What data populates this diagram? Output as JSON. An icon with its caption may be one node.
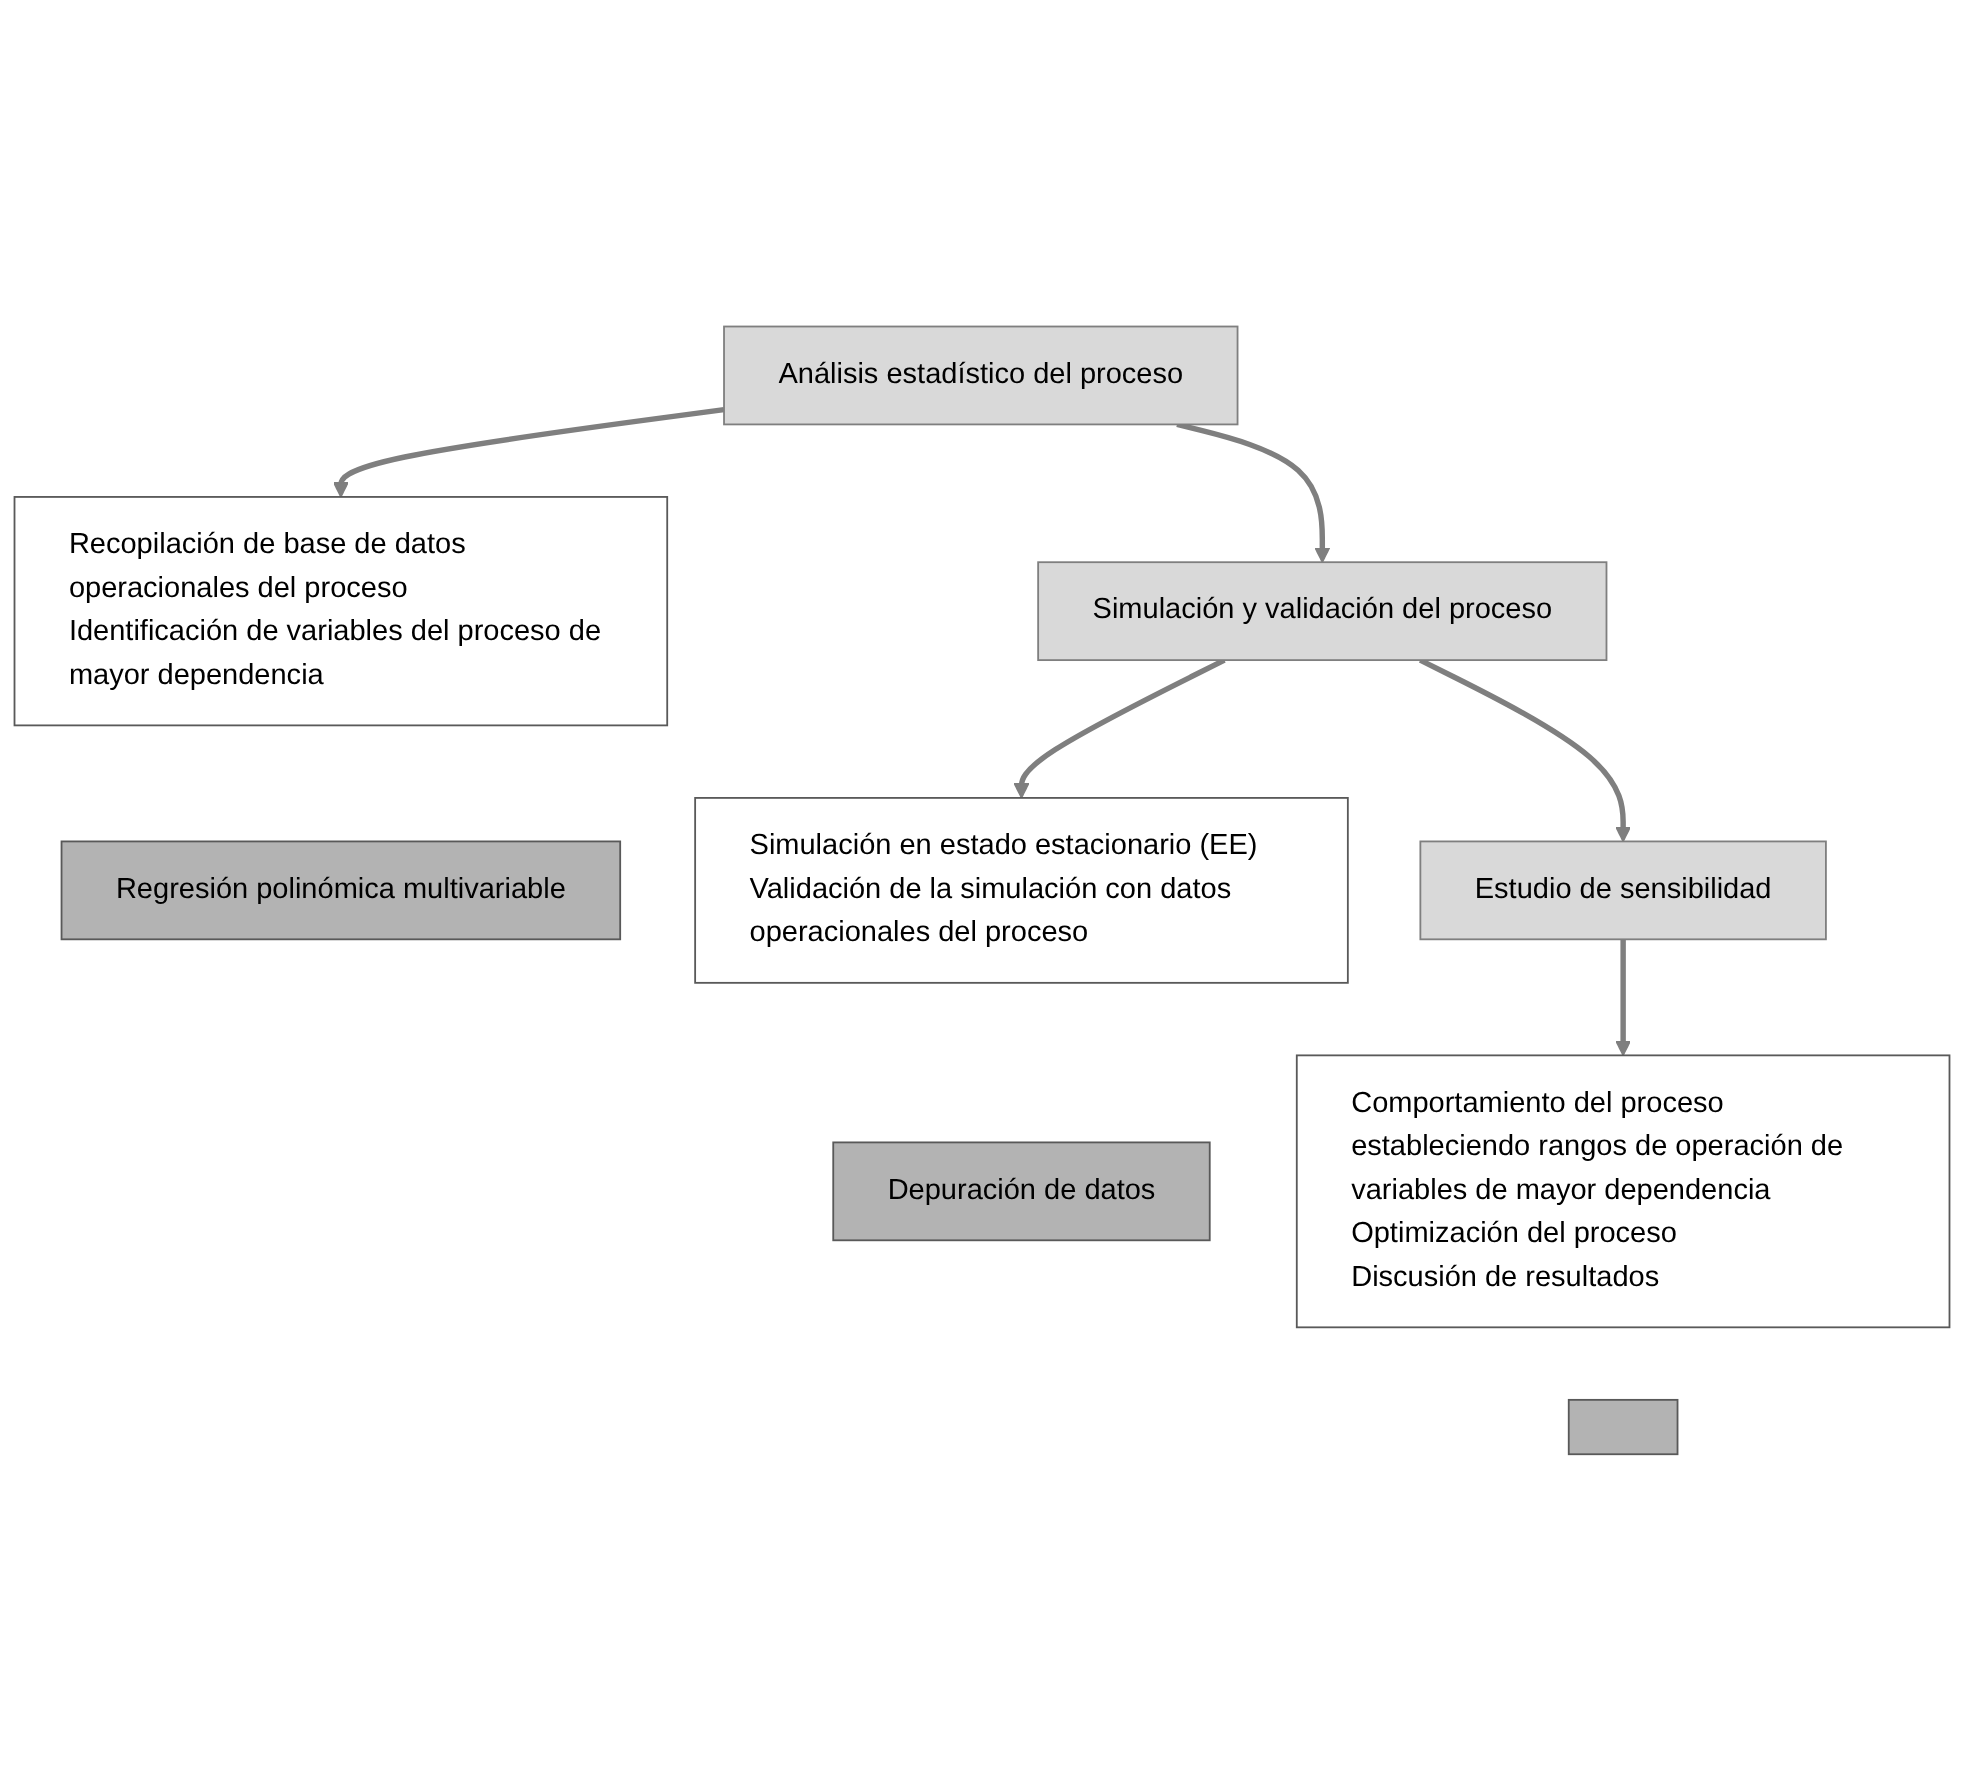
{
  "diagram": {
    "nodes": [
      {
        "text": [
          "Análisis estadístico del proceso"
        ]
      },
      {
        "text": [
          "Recopilación de base de datos operacionales del proceso",
          "Identificación de variables del proceso de mayor dependencia"
        ]
      },
      {
        "text": [
          "Regresión polinómica multivariable"
        ]
      },
      {
        "text": [
          "Simulación y validación del proceso"
        ]
      },
      {
        "text": [
          "Simulación en estado estacionario (EE)",
          "Validación de la simulación con datos operacionales del proceso"
        ]
      },
      {
        "text": [
          "Depuración de datos"
        ]
      },
      {
        "text": [
          "Estudio de sensibilidad"
        ]
      },
      {
        "text": [
          "Comportamiento del proceso estableciendo rangos de operación de variables de mayor dependencia",
          "Optimización del proceso",
          "Discusión de resultados"
        ]
      },
      {
        "text": [],
        "shape": "box"
      }
    ],
    "edges": [
      {
        "from": 0,
        "to": 1,
        "arrow": "to"
      },
      {
        "from": 0,
        "to": 3,
        "arrow": "to"
      },
      {
        "from": 3,
        "to": 4,
        "arrow": "to"
      },
      {
        "from": 3,
        "to": 6,
        "arrow": "to"
      },
      {
        "from": 6,
        "to": 7,
        "arrow": "to"
      }
    ]
  }
}
